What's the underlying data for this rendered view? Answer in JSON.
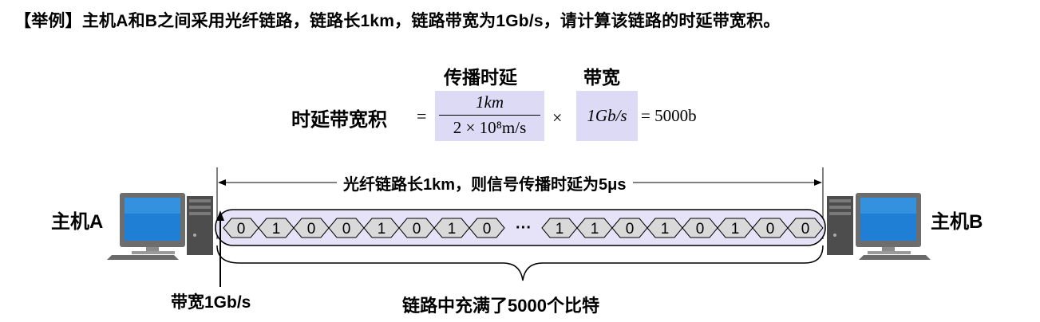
{
  "problem": {
    "prefix": "【举例】",
    "text": "主机A和B之间采用光纤链路，链路长1km，链路带宽为1Gb/s，请计算该链路的时延带宽积。"
  },
  "formula": {
    "delay_label": "传播时延",
    "bandwidth_label": "带宽",
    "lhs": "时延带宽积",
    "equals": "=",
    "numerator": "1km",
    "denominator": "2 × 10⁸m/s",
    "times": "×",
    "bandwidth_value": "1Gb/s",
    "result": "= 5000b"
  },
  "diagram": {
    "host_a_label": "主机A",
    "host_b_label": "主机B",
    "length_text": "光纤链路长1km，则信号传播时延为5μs",
    "bits_left": [
      "0",
      "1",
      "0",
      "0",
      "1",
      "0",
      "1",
      "0"
    ],
    "ellipsis": "···",
    "bits_right": [
      "1",
      "1",
      "0",
      "1",
      "0",
      "1",
      "0",
      "0"
    ],
    "bandwidth_note": "带宽1Gb/s",
    "filled_text": "链路中充满了5000个比特"
  },
  "colors": {
    "highlight": "#dcdaf5",
    "link_fill": "#e6e2f7",
    "bit_fill": "#d9d9d9",
    "monitor_screen": "#1f7fd4"
  }
}
